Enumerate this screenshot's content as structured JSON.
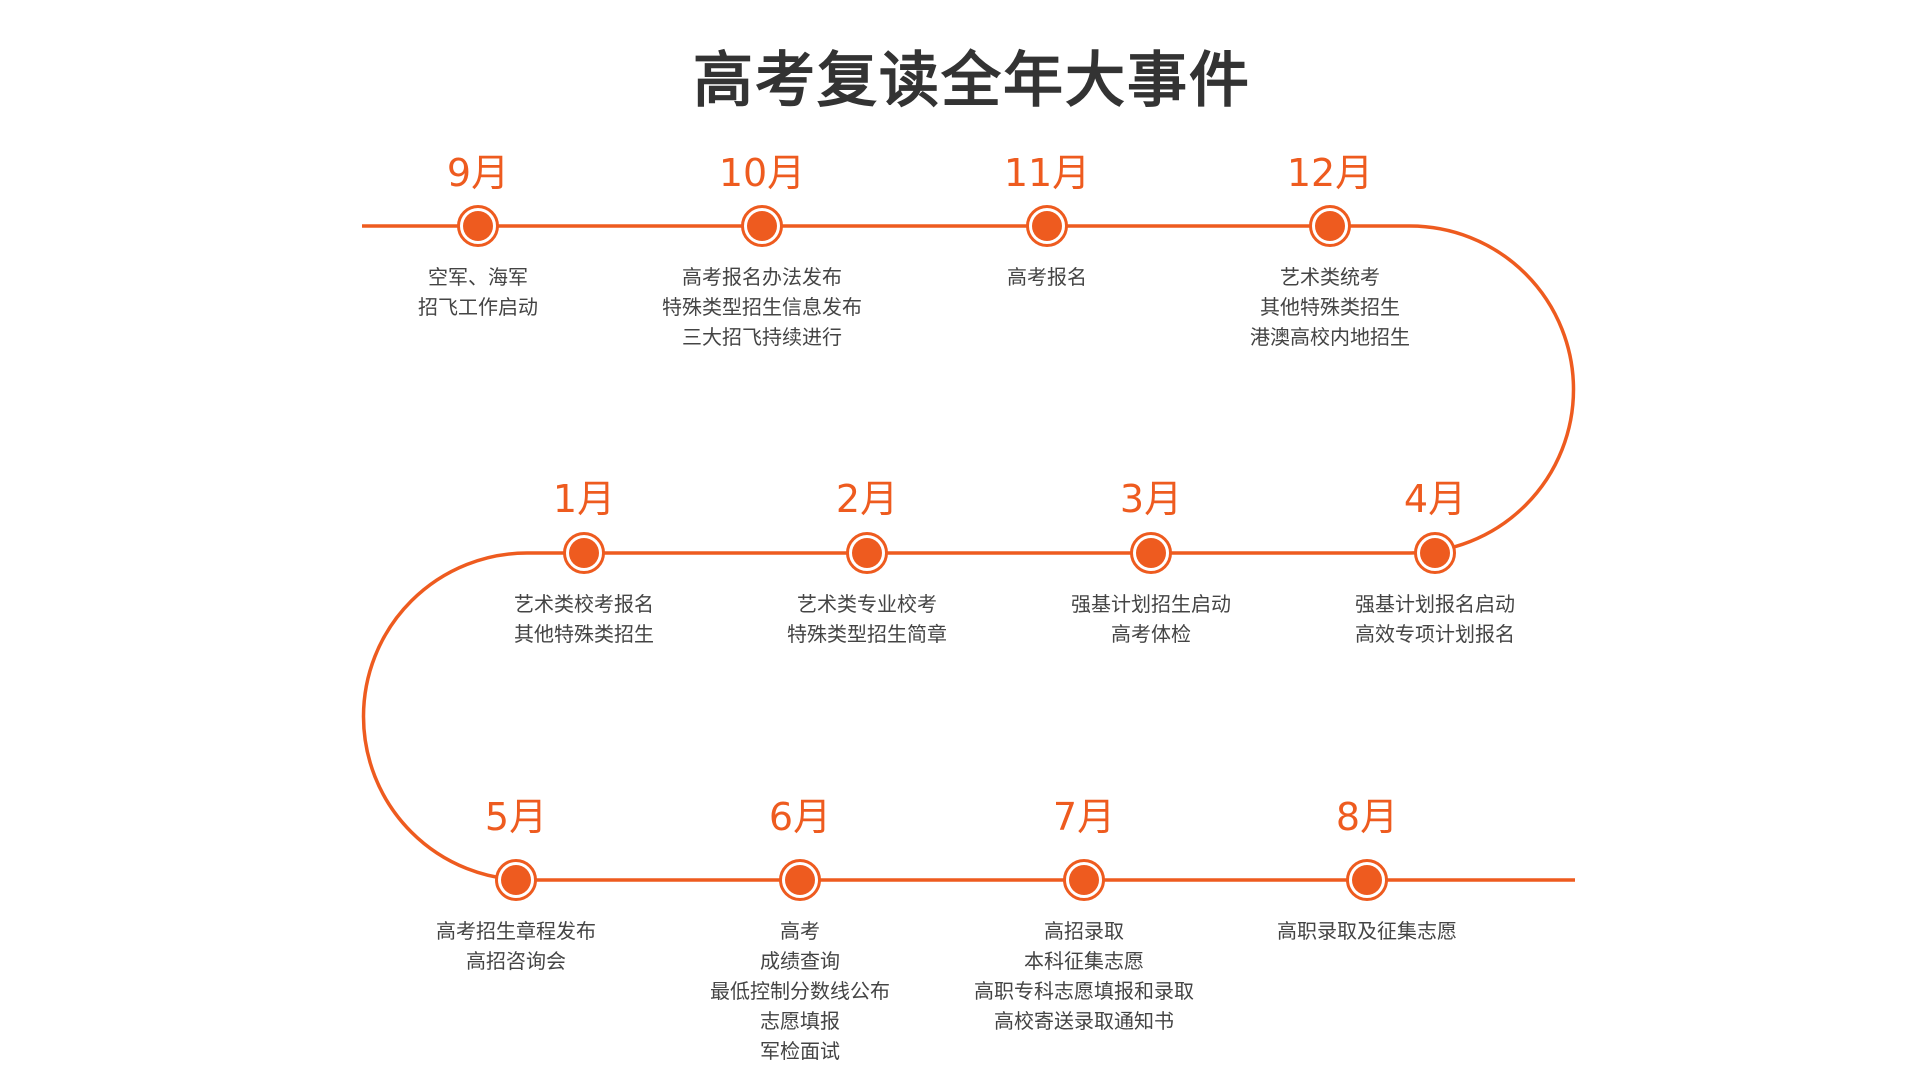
{
  "title": "高考复读全年大事件",
  "colors": {
    "accent": "#EE5B1F",
    "text": "#444444",
    "title": "#333333"
  },
  "events": [
    {
      "month": "9月",
      "details": [
        "空军、海军",
        "招飞工作启动"
      ]
    },
    {
      "month": "10月",
      "details": [
        "高考报名办法发布",
        "特殊类型招生信息发布",
        "三大招飞持续进行"
      ]
    },
    {
      "month": "11月",
      "details": [
        "高考报名"
      ]
    },
    {
      "month": "12月",
      "details": [
        "艺术类统考",
        "其他特殊类招生",
        "港澳高校内地招生"
      ]
    },
    {
      "month": "1月",
      "details": [
        "艺术类校考报名",
        "其他特殊类招生"
      ]
    },
    {
      "month": "2月",
      "details": [
        "艺术类专业校考",
        "特殊类型招生简章"
      ]
    },
    {
      "month": "3月",
      "details": [
        "强基计划招生启动",
        "高考体检"
      ]
    },
    {
      "month": "4月",
      "details": [
        "强基计划报名启动",
        "高效专项计划报名"
      ]
    },
    {
      "month": "5月",
      "details": [
        "高考招生章程发布",
        "高招咨询会"
      ]
    },
    {
      "month": "6月",
      "details": [
        "高考",
        "成绩查询",
        "最低控制分数线公布",
        "志愿填报",
        "军检面试"
      ]
    },
    {
      "month": "7月",
      "details": [
        "高招录取",
        "本科征集志愿",
        "高职专科志愿填报和录取",
        "高校寄送录取通知书"
      ]
    },
    {
      "month": "8月",
      "details": [
        "高职录取及征集志愿"
      ]
    }
  ]
}
